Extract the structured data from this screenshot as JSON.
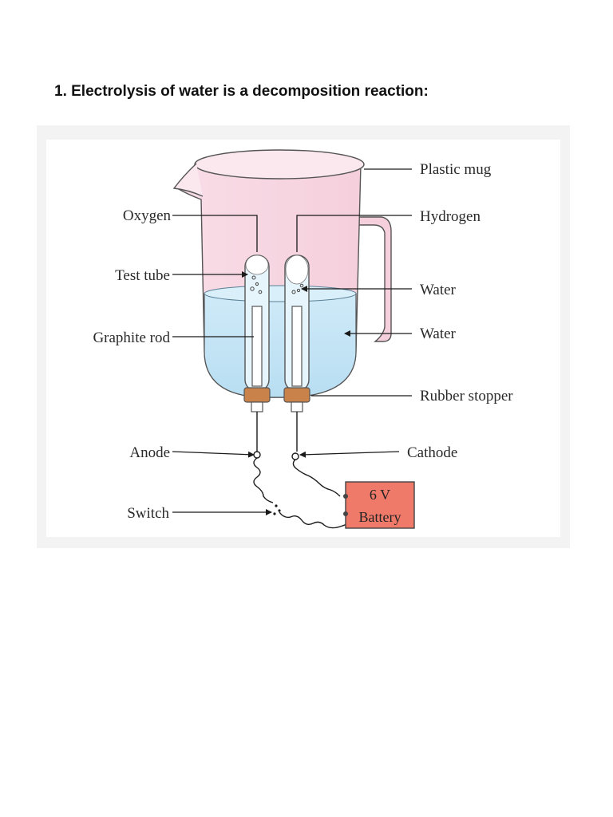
{
  "heading": "1. Electrolysis of water is a decomposition reaction:",
  "labels": {
    "plastic_mug": "Plastic mug",
    "hydrogen": "Hydrogen",
    "water_tube": "Water",
    "water_mug": "Water",
    "rubber_stopper": "Rubber stopper",
    "cathode": "Cathode",
    "oxygen": "Oxygen",
    "test_tube": "Test tube",
    "graphite_rod": "Graphite rod",
    "anode": "Anode",
    "switch": "Switch"
  },
  "battery": {
    "voltage": "6 V",
    "name": "Battery",
    "color": "#f07a6a"
  },
  "colors": {
    "mug_pink": "#f7d9e4",
    "water_blue": "#bfe3f5",
    "stopper": "#c9824a",
    "line": "#1a1a1a"
  }
}
